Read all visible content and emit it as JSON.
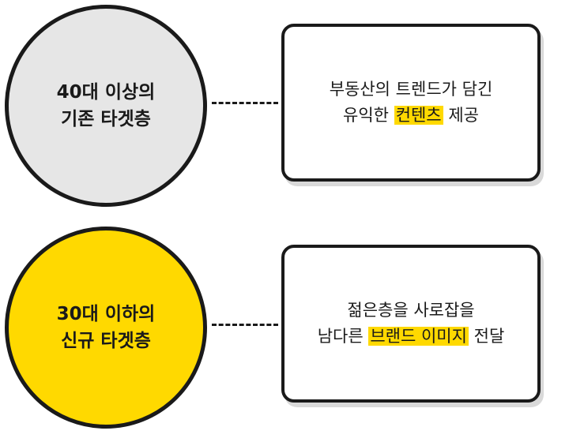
{
  "colors": {
    "outline": "#1a1a1a",
    "circle_top_fill": "#e6e6e6",
    "circle_bottom_fill": "#ffd900",
    "highlight": "#ffd900"
  },
  "diagram": {
    "rows": [
      {
        "circle": {
          "line1": "40대 이상의",
          "line2": "기존 타겟층"
        },
        "card": {
          "line1": "부동산의 트렌드가 담긴",
          "line2_before": "유익한 ",
          "line2_highlight": "컨텐츠",
          "line2_after": " 제공"
        }
      },
      {
        "circle": {
          "line1": "30대 이하의",
          "line2": "신규 타겟층"
        },
        "card": {
          "line1": "젊은층을 사로잡을",
          "line2_before": "남다른 ",
          "line2_highlight": "브랜드 이미지",
          "line2_after": " 전달"
        }
      }
    ]
  }
}
